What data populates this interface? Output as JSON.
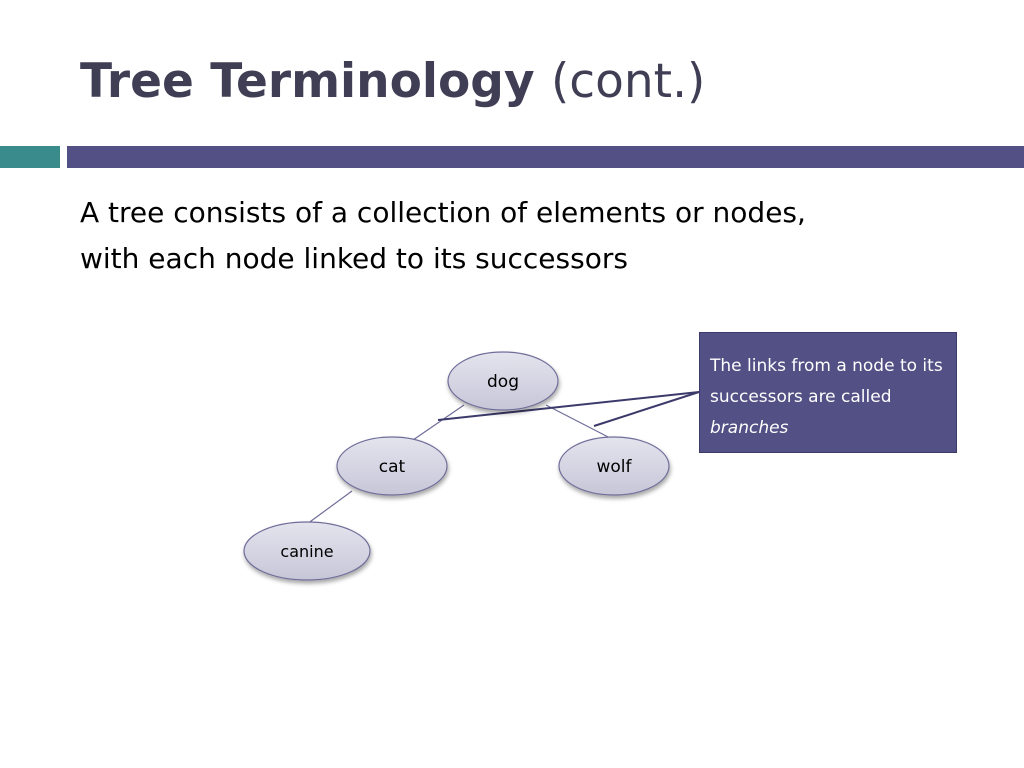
{
  "slide": {
    "title_main": "Tree Terminology",
    "title_suffix": "(cont.)",
    "body_line1": "A tree consists of a collection of elements or nodes,",
    "body_line2": "with each node linked to its successors"
  },
  "diagram": {
    "nodes": [
      {
        "id": "dog",
        "label": "dog"
      },
      {
        "id": "cat",
        "label": "cat"
      },
      {
        "id": "wolf",
        "label": "wolf"
      },
      {
        "id": "canine",
        "label": "canine"
      }
    ],
    "edges": [
      {
        "from": "dog",
        "to": "cat"
      },
      {
        "from": "dog",
        "to": "wolf"
      },
      {
        "from": "cat",
        "to": "canine"
      }
    ],
    "callout": {
      "text_before": "The links from a node to its successors are called",
      "text_emphasis": "branches"
    }
  },
  "colors": {
    "title": "#3f3e55",
    "accent_teal": "#3a8c8c",
    "accent_purple": "#525084",
    "node_fill": "#d4d4e2",
    "node_stroke": "#6f6d99"
  }
}
